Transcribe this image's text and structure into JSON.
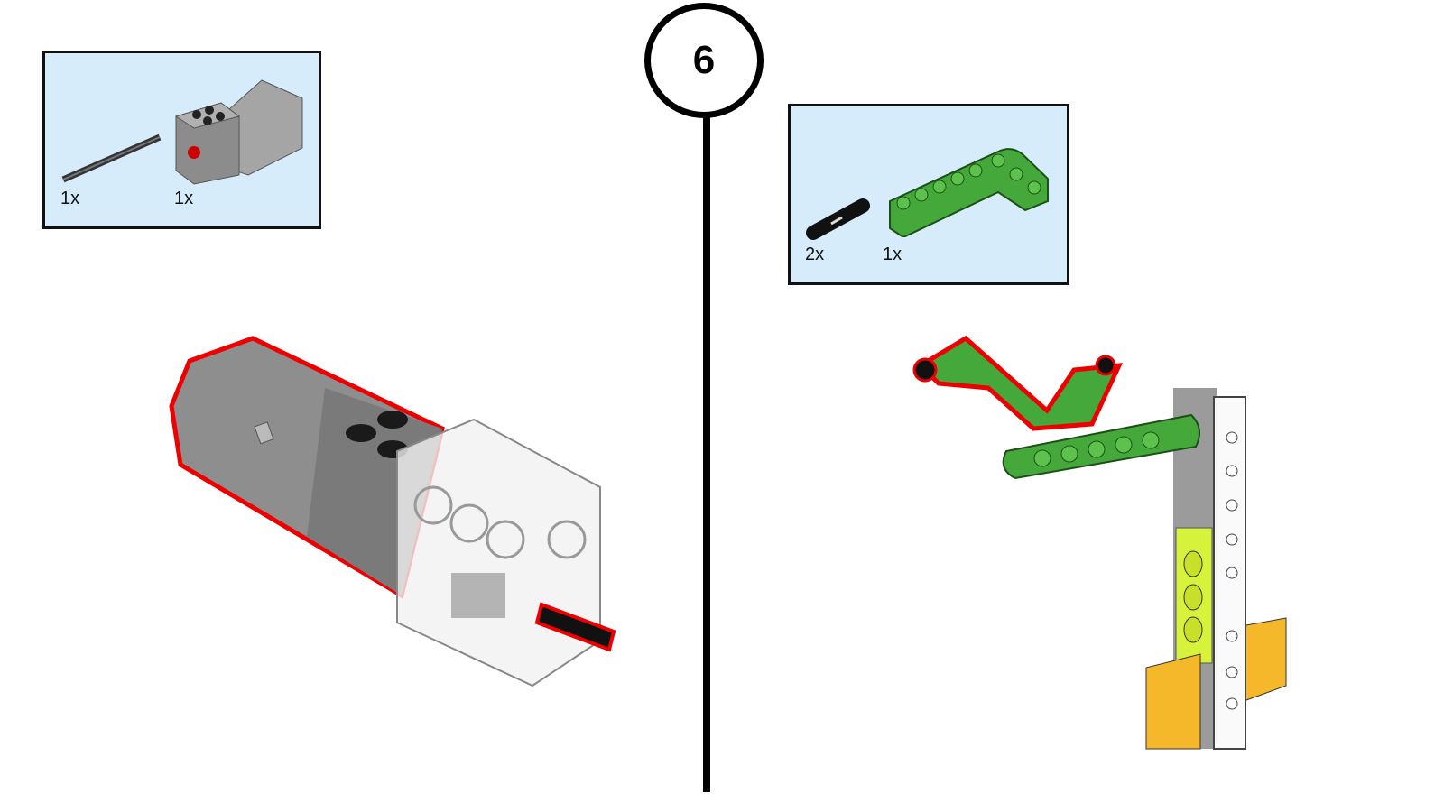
{
  "step": {
    "number": "6"
  },
  "left_parts": {
    "items": [
      {
        "name": "axle",
        "qty": "1x"
      },
      {
        "name": "medium-motor",
        "qty": "1x"
      }
    ]
  },
  "right_parts": {
    "items": [
      {
        "name": "connector-pin",
        "qty": "2x"
      },
      {
        "name": "bent-beam",
        "qty": "1x"
      }
    ]
  },
  "colors": {
    "panel": "#d6ecfb",
    "highlight": "#e00000",
    "green": "#45a83a",
    "grey": "#9a9a9a",
    "yellow": "#f5b82a",
    "lime": "#d7f23a"
  }
}
